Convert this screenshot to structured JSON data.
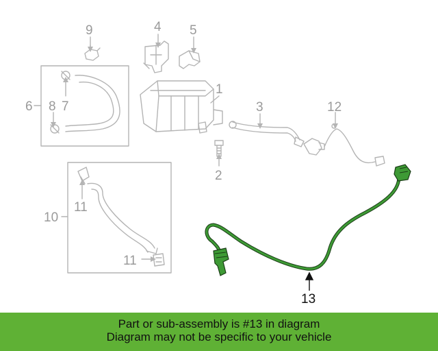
{
  "diagram": {
    "callouts": {
      "c1": "1",
      "c2": "2",
      "c3": "3",
      "c4": "4",
      "c5": "5",
      "c6": "6",
      "c7": "7",
      "c8": "8",
      "c9": "9",
      "c10": "10",
      "c11a": "11",
      "c11b": "11",
      "c12": "12",
      "c13": "13"
    },
    "colors": {
      "part_line": "#b4b4b4",
      "highlight_part": "#3e9a35",
      "highlight_outline": "#1a3d16",
      "callout_gray": "#9a9a9a",
      "callout_dark": "#111111"
    }
  },
  "banner": {
    "line1": "Part or sub-assembly is #13 in diagram",
    "line2": "Diagram may not be specific to your vehicle",
    "background": "#5fb135"
  }
}
